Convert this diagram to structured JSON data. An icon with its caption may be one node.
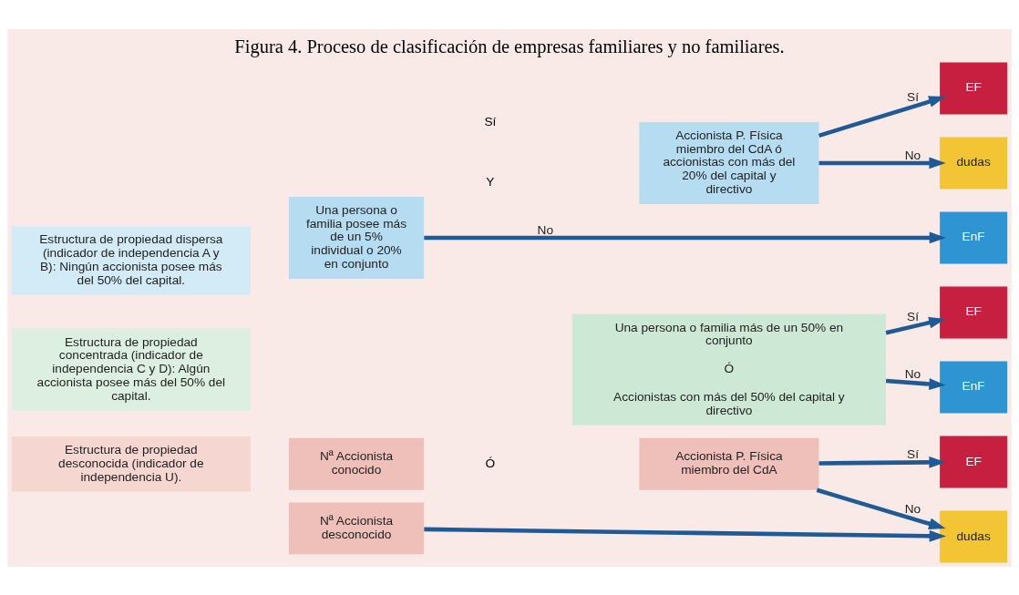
{
  "diagram": {
    "title": "Figura 4. Proceso de clasificación de empresas familiares y no familiares.",
    "nodes": [
      {
        "text": [
          "Estructura de propiedad dispersa (indicador de independencia A y B): Ningún accionista posee más del 50% del capital."
        ]
      },
      {
        "text": [
          "Una persona o familia posee más de un 5% individual o 20% en conjunto"
        ]
      },
      {
        "text": [
          "Accionista P. Física miembro del CdA ó accionistas con más del 20% del capital y directivo"
        ]
      },
      {
        "text": [
          "EF"
        ]
      },
      {
        "text": [
          "dudas"
        ]
      },
      {
        "text": [
          "EnF"
        ]
      },
      {
        "text": [
          "Estructura de propiedad concentrada (indicador de independencia C y D): Algún accionista posee más del 50% del capital."
        ]
      },
      {
        "text": [
          "Una persona o familia más de un 50% en conjunto",
          "Ó",
          "Accionistas con más del 50% del capital y directivo"
        ]
      },
      {
        "text": [
          "EF"
        ]
      },
      {
        "text": [
          "EnF"
        ]
      },
      {
        "text": [
          "Estructura de propiedad desconocida (indicador de independencia U)."
        ]
      },
      {
        "text": [
          "Nª Accionista conocido"
        ]
      },
      {
        "text": [
          "Accionista P. Física miembro del CdA"
        ]
      },
      {
        "text": [
          "EF"
        ]
      },
      {
        "text": [
          "Nª Accionista desconocido"
        ]
      },
      {
        "text": [
          "dudas"
        ]
      }
    ],
    "edges": [
      {
        "from": 2,
        "to": 3,
        "arrow": "to",
        "label": "Sí"
      },
      {
        "from": 2,
        "to": 4,
        "arrow": "to",
        "label": "No"
      },
      {
        "from": 1,
        "to": 5,
        "arrow": "to",
        "label": "No"
      },
      {
        "from": 7,
        "to": 8,
        "arrow": "to",
        "label": "Sí"
      },
      {
        "from": 7,
        "to": 9,
        "arrow": "to",
        "label": "No"
      },
      {
        "from": 12,
        "to": 13,
        "arrow": "to",
        "label": "Sí"
      },
      {
        "from": 12,
        "to": 15,
        "arrow": "to",
        "label": "No"
      },
      {
        "from": 14,
        "to": 15,
        "arrow": "to"
      }
    ],
    "labels": [
      "Sí",
      "Y",
      "Ó"
    ]
  }
}
